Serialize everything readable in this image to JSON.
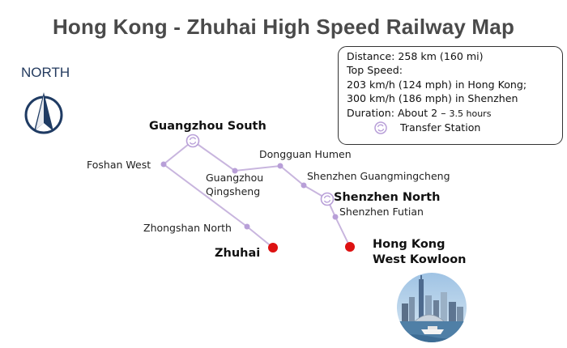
{
  "title": "Hong Kong - Zhuhai High Speed Railway Map",
  "north_label": "NORTH",
  "info": {
    "distance": "Distance: 258 km (160 mi)",
    "top_speed_label": "Top Speed:",
    "speed_hk": "203 km/h (124 mph) in Hong Kong;",
    "speed_sz": "300 km/h (186 mph) in Shenzhen",
    "duration_prefix": "Duration: About 2 –",
    "duration_suffix": "3.5 hours",
    "legend_transfer": "Transfer Station"
  },
  "colors": {
    "line": "#c8b5de",
    "station": "#b89fd8",
    "terminus": "#dd1111",
    "compass": "#1f3b63"
  },
  "stations": {
    "guangzhou_south": "Guangzhou South",
    "foshan_west": "Foshan West",
    "guangzhou_qingsheng_1": "Guangzhou",
    "guangzhou_qingsheng_2": "Qingsheng",
    "dongguan_humen": "Dongguan Humen",
    "shenzhen_guangmingcheng": "Shenzhen Guangmingcheng",
    "shenzhen_north": "Shenzhen North",
    "shenzhen_futian": "Shenzhen Futian",
    "zhongshan_north": "Zhongshan North",
    "zhuhai": "Zhuhai",
    "hk_west_kowloon_1": "Hong Kong",
    "hk_west_kowloon_2": "West Kowloon"
  }
}
